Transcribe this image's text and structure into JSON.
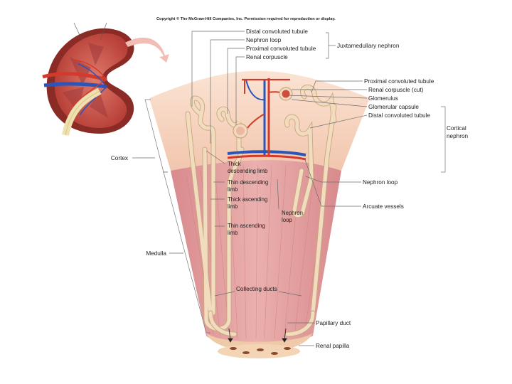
{
  "copyright": "Copyright © The McGraw-Hill Companies, Inc. Permission required for reproduction or display.",
  "labels": {
    "distal_convoluted_tubule_top": "Distal convoluted tubule",
    "nephron_loop_top": "Nephron loop",
    "proximal_convoluted_tubule_top": "Proximal convoluted tubule",
    "renal_corpuscle": "Renal corpuscle",
    "juxtamedullary_nephron": "Juxtamedullary nephron",
    "proximal_convoluted_tubule_right": "Proximal convoluted tubule",
    "renal_corpuscle_cut": "Renal corpuscle (cut)",
    "glomerulus": "Glomerulus",
    "glomerular_capsule": "Glomerular capsule",
    "distal_convoluted_tubule_right": "Distal convoluted tubule",
    "cortical_nephron_1": "Cortical",
    "cortical_nephron_2": "nephron",
    "cortex": "Cortex",
    "medulla": "Medulla",
    "thick_descending_1": "Thick",
    "thick_descending_2": "descending limb",
    "thin_descending_1": "Thin descending",
    "thin_descending_2": "limb",
    "thick_ascending_1": "Thick ascending",
    "thick_ascending_2": "limb",
    "thin_ascending_1": "Thin ascending",
    "thin_ascending_2": "limb",
    "nephron_loop_mid_1": "Nephron",
    "nephron_loop_mid_2": "loop",
    "nephron_loop_right": "Nephron loop",
    "arcuate_vessels": "Arcuate vessels",
    "collecting_ducts": "Collecting ducts",
    "papillary_duct": "Papillary duct",
    "renal_papilla": "Renal papilla"
  },
  "colors": {
    "cortex": "#f6d2bc",
    "medulla": "#e7a3a3",
    "tubule": "#f1dcbf",
    "tubule_edge": "#c9a67c",
    "artery": "#d33a2c",
    "vein": "#2c55b8",
    "kidney_outer": "#c8473f",
    "arrow": "#f2bdb4"
  }
}
